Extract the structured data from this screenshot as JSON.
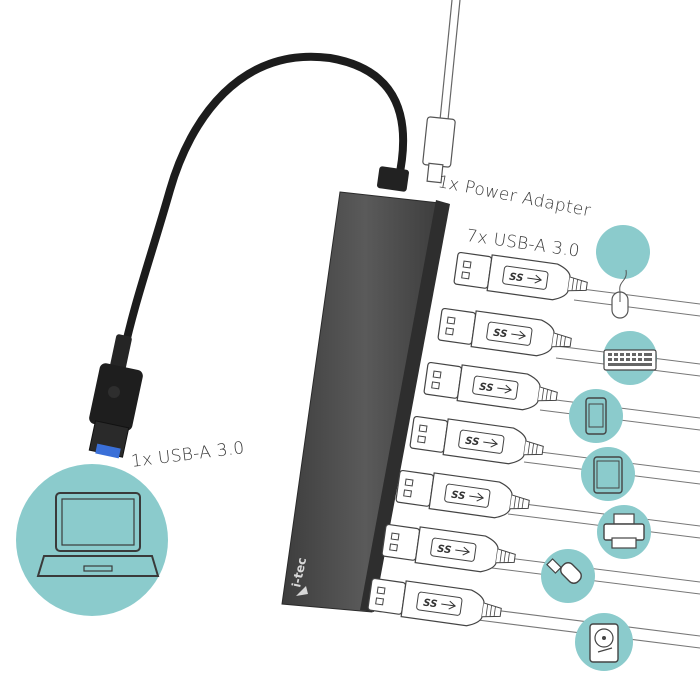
{
  "labels": {
    "power_adapter": "1x Power Adapter",
    "usb_ports": "7x USB-A 3.0",
    "usb_upstream": "1x USB-A 3.0"
  },
  "brand": "i-tec",
  "port_logo_text": "SS",
  "colors": {
    "accent_teal": "#8bcbcc",
    "hub_body": "#4a4a4a",
    "cable": "#1c1c1c",
    "line": "#555555"
  },
  "devices": [
    "mouse-icon",
    "keyboard-icon",
    "phone-icon",
    "tablet-icon",
    "printer-icon",
    "usb-stick-icon",
    "hard-drive-icon"
  ]
}
